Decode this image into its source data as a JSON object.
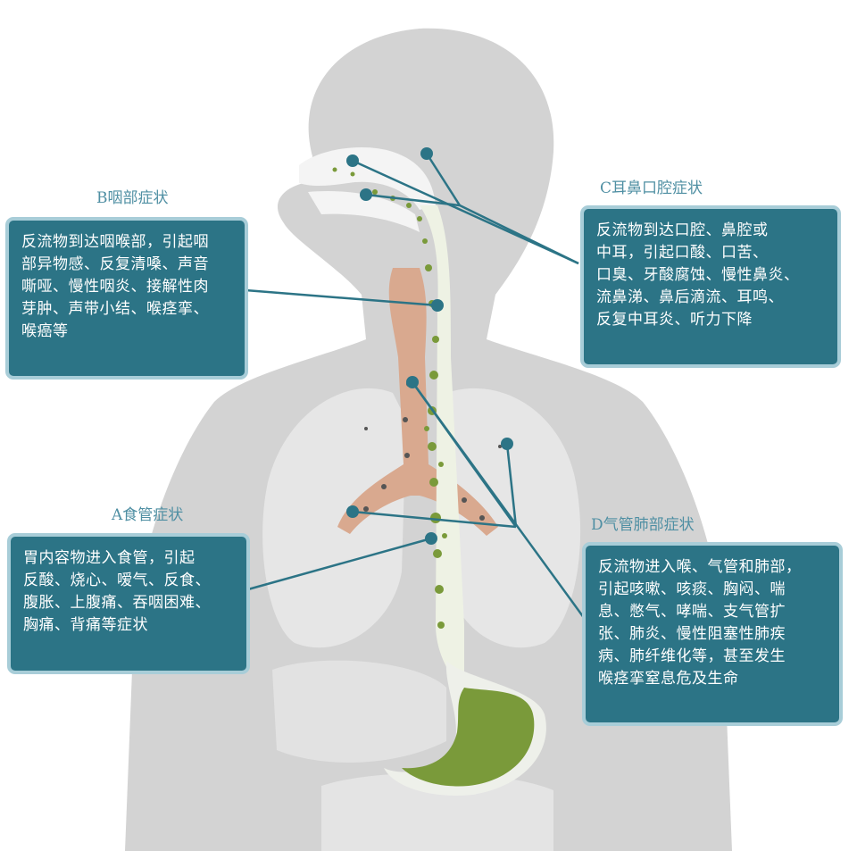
{
  "sections": {
    "b": {
      "heading": "B咽部症状",
      "lines": [
        "反流物到达咽喉部，引起咽",
        "部异物感、反复清嗓、声音",
        "嘶哑、慢性咽炎、接解性肉",
        "芽肿、声带小结、喉痉挛、",
        "喉癌等"
      ]
    },
    "c": {
      "heading": "C耳鼻口腔症状",
      "lines": [
        "反流物到达口腔、鼻腔或",
        "中耳，引起口酸、口苦、",
        "口臭、牙酸腐蚀、慢性鼻炎、",
        "流鼻涕、鼻后滴流、耳鸣、",
        "反复中耳炎、听力下降"
      ]
    },
    "a": {
      "heading": "A食管症状",
      "lines": [
        "胃内容物进入食管，引起",
        "反酸、烧心、嗳气、反食、",
        "腹胀、上腹痛、吞咽困难、",
        "胸痛、背痛等症状"
      ]
    },
    "d": {
      "heading": "D气管肺部症状",
      "lines": [
        "反流物进入喉、气管和肺部，",
        "引起咳嗽、咳痰、胸闷、喘",
        "息、憋气、哮喘、支气管扩",
        "张、肺炎、慢性阻塞性肺疾",
        "病、肺纤维化等，甚至发生",
        "喉痉挛窒息危及生命"
      ]
    }
  },
  "colors": {
    "silhouette": "#d3d3d3",
    "organ": "#e8e8e8",
    "box_fill": "#2c7486",
    "box_border": "#a8cdd8",
    "heading": "#4f8fa3",
    "reflux": "#7a9a3a",
    "esophagus": "#d9a98f"
  }
}
